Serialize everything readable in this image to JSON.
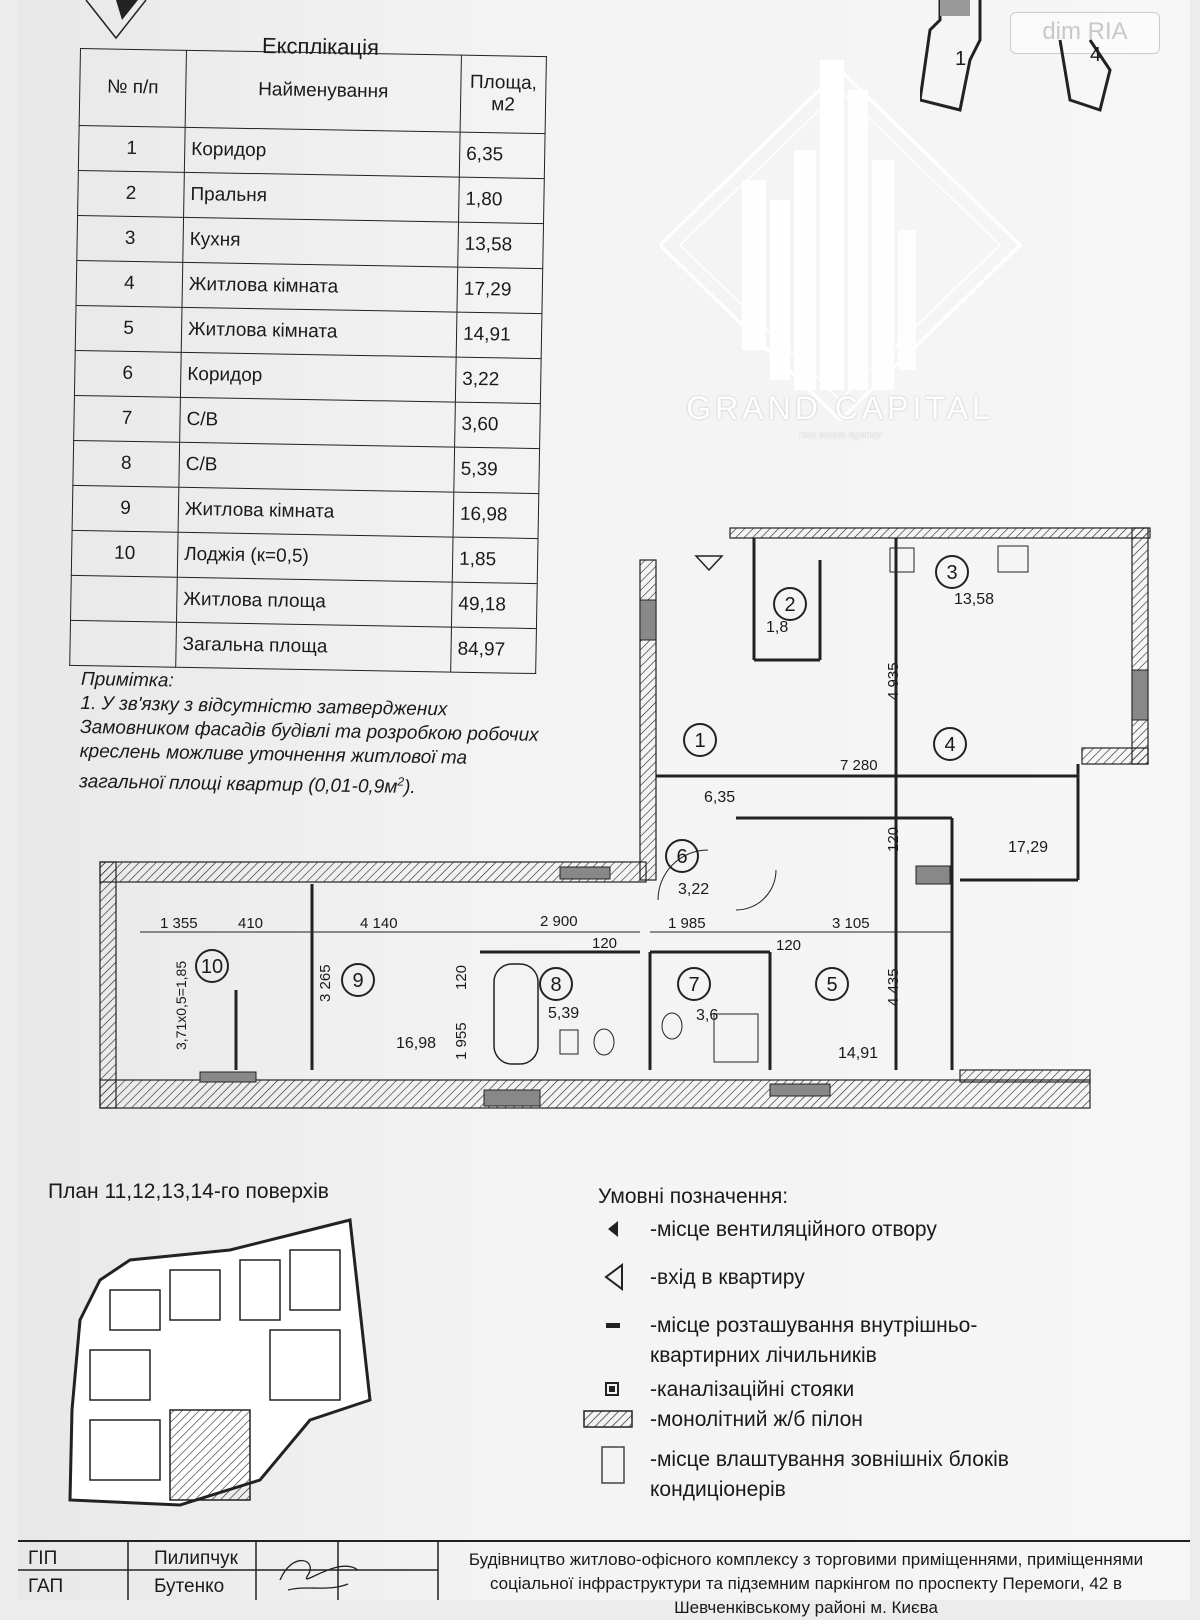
{
  "explication": {
    "title": "Експлікація",
    "headers": {
      "num": "№ п/п",
      "name": "Найменування",
      "area": "Площа, м2"
    },
    "rows": [
      {
        "num": "1",
        "name": "Коридор",
        "area": "6,35"
      },
      {
        "num": "2",
        "name": "Пральня",
        "area": "1,80"
      },
      {
        "num": "3",
        "name": "Кухня",
        "area": "13,58"
      },
      {
        "num": "4",
        "name": "Житлова кімната",
        "area": "17,29"
      },
      {
        "num": "5",
        "name": "Житлова кімната",
        "area": "14,91"
      },
      {
        "num": "6",
        "name": "Коридор",
        "area": "3,22"
      },
      {
        "num": "7",
        "name": "С/В",
        "area": "3,60"
      },
      {
        "num": "8",
        "name": "С/В",
        "area": "5,39"
      },
      {
        "num": "9",
        "name": "Житлова кімната",
        "area": "16,98"
      },
      {
        "num": "10",
        "name": "Лоджія (к=0,5)",
        "area": "1,85"
      },
      {
        "num": "",
        "name": "Житлова площа",
        "area": "49,18"
      },
      {
        "num": "",
        "name": "Загальна площа",
        "area": "84,97"
      }
    ]
  },
  "note": {
    "heading": "Примітка:",
    "text": "1. У зв'язку з відсутністю затверджених Замовником фасадів будівлі та розробкою робочих креслень можливе уточнення житлової та загальної площі квартир (0,01-0,9м",
    "sup": "2",
    "tail": ")."
  },
  "logo": {
    "name": "GRAND CAPITAL",
    "tagline": "real estate agency"
  },
  "watermark": "dim RIA",
  "key_plan_labels": [
    "1",
    "4"
  ],
  "rooms": [
    {
      "num": "1",
      "area": "6,35"
    },
    {
      "num": "2",
      "area": "1,8"
    },
    {
      "num": "3",
      "area": "13,58"
    },
    {
      "num": "4",
      "area": "17,29"
    },
    {
      "num": "5",
      "area": "14,91"
    },
    {
      "num": "6",
      "area": "3,22"
    },
    {
      "num": "7",
      "area": "3,6"
    },
    {
      "num": "8",
      "area": "5,39"
    },
    {
      "num": "9",
      "area": "16,98"
    },
    {
      "num": "10",
      "area": "3,71x0,5=1,85"
    }
  ],
  "dimensions": [
    "4 935",
    "7 280",
    "120",
    "1 355",
    "410",
    "4 140",
    "2 900",
    "1 985",
    "3 105",
    "120",
    "120",
    "3 265",
    "1 955",
    "120",
    "4 435"
  ],
  "plan_caption": "План 11,12,13,14-го поверхів",
  "legend": {
    "title": "Умовні позначення:",
    "items": [
      {
        "icon": "ventilation-triangle-icon",
        "text": "-місце вентиляційного отвору"
      },
      {
        "icon": "entrance-arrow-icon",
        "text": "-вхід в квартиру"
      },
      {
        "icon": "meter-bar-icon",
        "text": "-місце розташування внутрішньо-квартирних лічильників"
      },
      {
        "icon": "sewer-riser-icon",
        "text": "-каналізаційні стояки"
      },
      {
        "icon": "hatched-pylon-icon",
        "text": "-монолітний ж/б пілон"
      },
      {
        "icon": "ac-unit-box-icon",
        "text": "-місце влаштування зовнішніх блоків кондиціонерів"
      }
    ]
  },
  "title_block": {
    "rows": [
      {
        "role": "ГІП",
        "name": "Пилипчук"
      },
      {
        "role": "ГАП",
        "name": "Бутенко"
      }
    ],
    "project": "Будівництво житлово-офісного комплексу з торговими приміщеннями, приміщеннями соціальної інфраструктури та підземним паркінгом по проспекту Перемоги, 42 в Шевченківському районі м. Києва"
  }
}
